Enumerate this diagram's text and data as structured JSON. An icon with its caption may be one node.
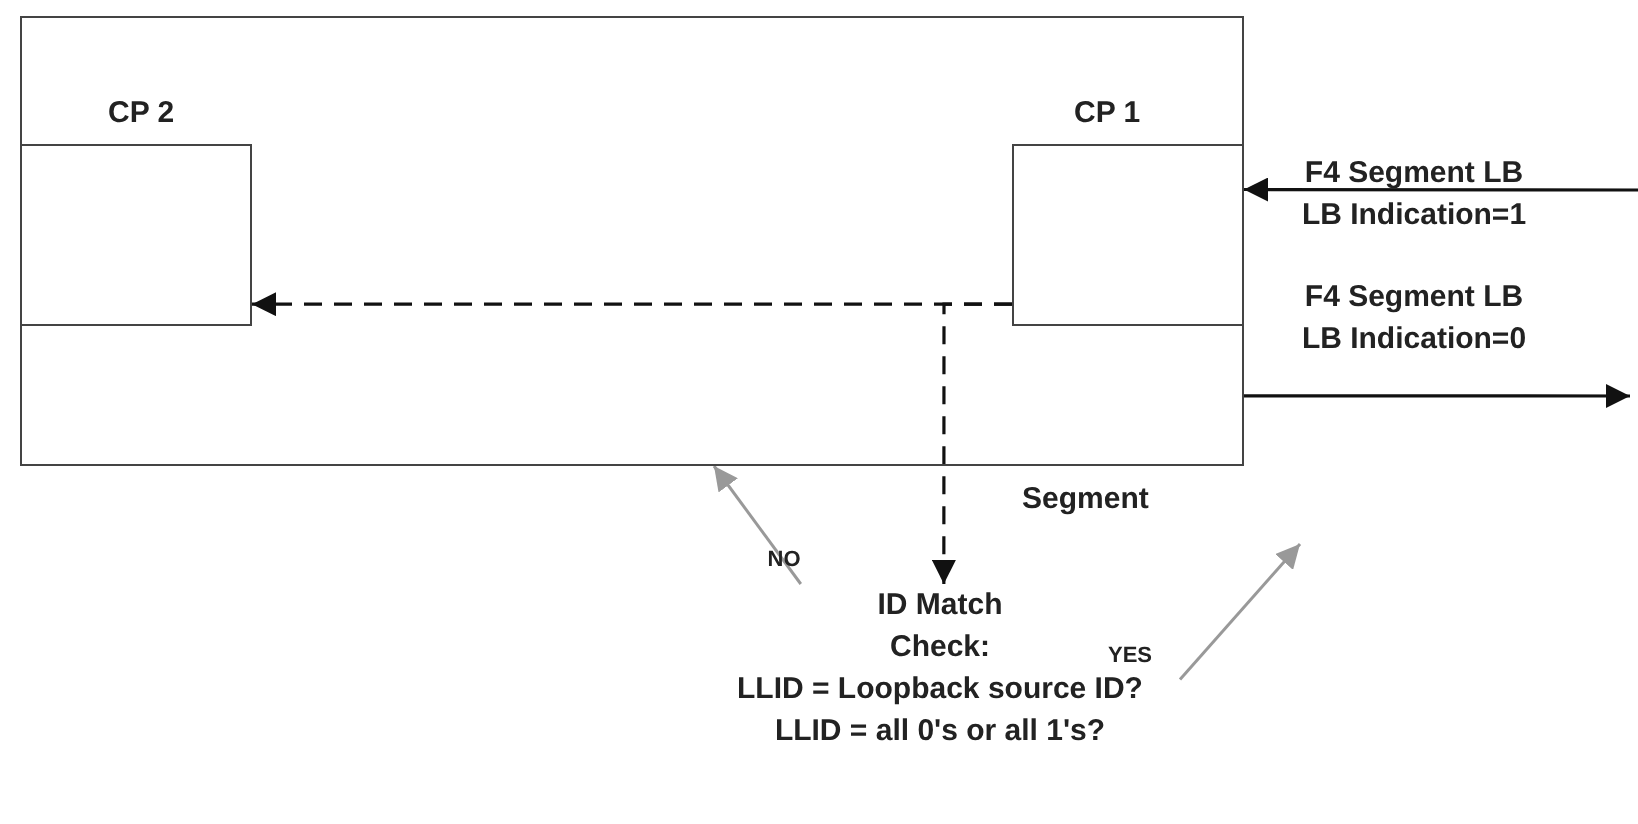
{
  "diagram": {
    "nodes": [
      {
        "text": [
          "Segment"
        ]
      },
      {
        "text": [
          "CP 2"
        ],
        "in": 0
      },
      {
        "text": [
          "CP 1"
        ],
        "in": 0
      },
      {
        "text": [
          "ID Match Check:",
          "LLID = Loopback source ID?",
          "LLID = all 0's or all 1's?"
        ]
      }
    ],
    "edges": [
      {
        "from": null,
        "to": 2,
        "arrow": "to",
        "label": "F4 Segment LB LB Indication=1"
      },
      {
        "from": 0,
        "to": null,
        "arrow": "to",
        "label": "F4 Segment LB LB Indication=0"
      },
      {
        "from": 2,
        "to": 1,
        "arrow": "to",
        "style": "dashed"
      },
      {
        "from": 2,
        "to": 3,
        "arrow": "to",
        "style": "dashed"
      },
      {
        "from": 3,
        "to": 0,
        "arrow": "to",
        "label": "NO",
        "color": "#999999"
      },
      {
        "from": 3,
        "to": null,
        "arrow": "to",
        "label": "YES",
        "color": "#999999"
      }
    ]
  }
}
